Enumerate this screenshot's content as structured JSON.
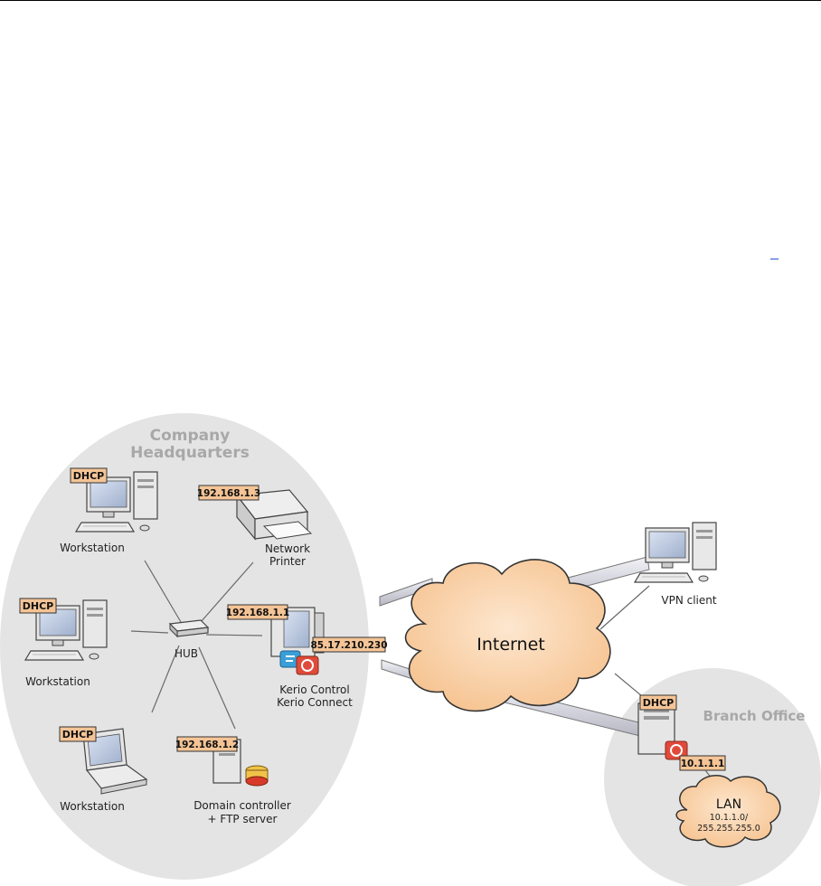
{
  "regions": {
    "headquarters": "Company\nHeadquarters",
    "branch": "Branch Office"
  },
  "cloud": "Internet",
  "hub": "HUB",
  "workstations": [
    {
      "tag": "DHCP",
      "label": "Workstation"
    },
    {
      "tag": "DHCP",
      "label": "Workstation"
    },
    {
      "tag": "DHCP",
      "label": "Workstation"
    }
  ],
  "printer": {
    "ip": "192.168.1.3",
    "label": "Network\nPrinter"
  },
  "gateway": {
    "ip_lan": "192.168.1.1",
    "ip_wan": "85.17.210.230",
    "label": "Kerio Control\nKerio Connect"
  },
  "domain_controller": {
    "ip": "192.168.1.2",
    "label": "Domain controller\n+ FTP server"
  },
  "vpn_client": {
    "label": "VPN client"
  },
  "branch": {
    "tag": "DHCP",
    "ip": "10.1.1.1",
    "lan_title": "LAN",
    "lan_net": "10.1.1.0/",
    "lan_mask": "255.255.255.0"
  },
  "colors": {
    "region_fill": "#e4e4e4",
    "region_text": "#a8a8a8",
    "tag_fill": "#f4c496",
    "cloud_fill": "#fbd9b4",
    "tunnel": "#d8d8e0",
    "line": "#6a6a6a"
  }
}
